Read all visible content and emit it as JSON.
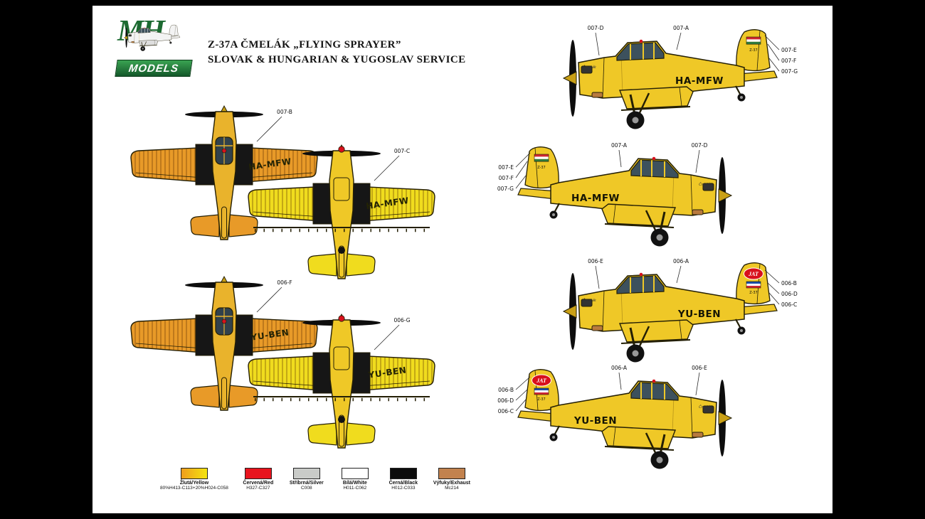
{
  "logo": {
    "letters": "MH",
    "models": "MODELS"
  },
  "header": {
    "title_line1": "Z-37A ČMELÁK „FLYING SPRAYER”",
    "title_line2": "SLOVAK & HUNGARIAN & YUGOSLAV SERVICE"
  },
  "aircraft": {
    "brand_script": "Čmelák",
    "type_label": "Z-37",
    "jat_logo": "JAT"
  },
  "plan_views": [
    {
      "view": "top",
      "registration": "HA-MFW",
      "callout": "007-B"
    },
    {
      "view": "bottom",
      "registration": "HA-MFW",
      "callout": "007-C"
    },
    {
      "view": "top",
      "registration": "YU-BEN",
      "callout": "006-F"
    },
    {
      "view": "bottom",
      "registration": "YU-BEN",
      "callout": "006-G"
    }
  ],
  "profiles": [
    {
      "registration": "HA-MFW",
      "facing": "left",
      "tail_marking": "hungarian-flag",
      "callout_nose": "007-D",
      "callout_top": "007-A",
      "callout_tail": [
        "007-E",
        "007-F",
        "007-G"
      ]
    },
    {
      "registration": "HA-MFW",
      "facing": "right",
      "tail_marking": "hungarian-flag",
      "callout_nose": "007-D",
      "callout_top": "007-A",
      "callout_tail": [
        "007-E",
        "007-F",
        "007-G"
      ]
    },
    {
      "registration": "YU-BEN",
      "facing": "left",
      "tail_marking": "jat-logo",
      "callout_nose": "006-E",
      "callout_top": "006-A",
      "callout_tail": [
        "006-B",
        "006-D",
        "006-C"
      ]
    },
    {
      "registration": "YU-BEN",
      "facing": "right",
      "tail_marking": "jat-logo",
      "callout_nose": "006-E",
      "callout_top": "006-A",
      "callout_tail": [
        "006-B",
        "006-D",
        "006-C"
      ]
    }
  ],
  "color_chart": [
    {
      "name": "Žlutá/Yellow",
      "code": "80%H413-C113+20%H024-C058",
      "hex": "#f3e40f",
      "hex2": "#ef9d1e"
    },
    {
      "name": "Červená/Red",
      "code": "H327-C327",
      "hex": "#e8141e"
    },
    {
      "name": "Stříbrná/Silver",
      "code": "C008",
      "hex": "#c9cbc8"
    },
    {
      "name": "Bílá/White",
      "code": "H011-C062",
      "hex": "#ffffff"
    },
    {
      "name": "Černá/Black",
      "code": "H012-C033",
      "hex": "#0c0c0c"
    },
    {
      "name": "Výfuky/Exhaust",
      "code": "Mc214",
      "hex": "#c2824e"
    }
  ],
  "palette": {
    "fuselage_yellow": "#efc827",
    "wing_orange": "#e89a28",
    "wing_yellow": "#f0dc1e",
    "red": "#d8101c"
  }
}
